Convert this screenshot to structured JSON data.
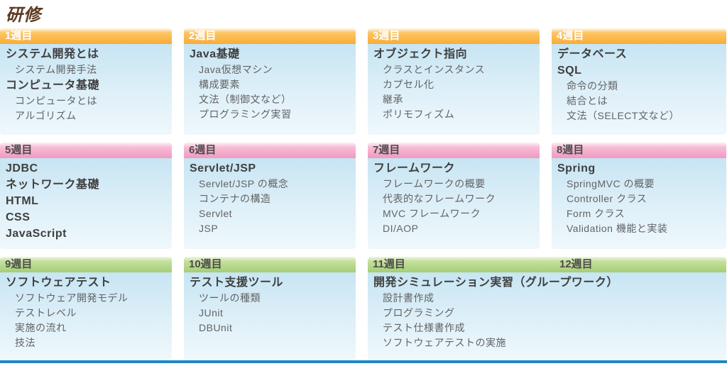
{
  "page": {
    "title": "研修"
  },
  "colors": {
    "orange_header": "#f8a930",
    "pink_header": "#f09ac0",
    "green_header": "#a5ce73",
    "body_blue": "#c7e5f3",
    "divider_blue": "#1f87c2",
    "title_brown": "#5c3a21"
  },
  "cards": [
    {
      "header": "1週目",
      "theme": "orange",
      "items": [
        {
          "level": "main",
          "text": "システム開発とは"
        },
        {
          "level": "sub",
          "text": "システム開発手法"
        },
        {
          "level": "main",
          "text": "コンピュータ基礎"
        },
        {
          "level": "sub",
          "text": "コンピュータとは"
        },
        {
          "level": "sub",
          "text": "アルゴリズム"
        }
      ]
    },
    {
      "header": "2週目",
      "theme": "orange",
      "items": [
        {
          "level": "main",
          "text": "Java基礎"
        },
        {
          "level": "sub",
          "text": "Java仮想マシン"
        },
        {
          "level": "sub",
          "text": "構成要素"
        },
        {
          "level": "sub",
          "text": "文法（制御文など）"
        },
        {
          "level": "sub",
          "text": "プログラミング実習"
        }
      ]
    },
    {
      "header": "3週目",
      "theme": "orange",
      "items": [
        {
          "level": "main",
          "text": "オブジェクト指向"
        },
        {
          "level": "sub",
          "text": "クラスとインスタンス"
        },
        {
          "level": "sub",
          "text": "カプセル化"
        },
        {
          "level": "sub",
          "text": "継承"
        },
        {
          "level": "sub",
          "text": "ポリモフィズム"
        }
      ]
    },
    {
      "header": "4週目",
      "theme": "orange",
      "items": [
        {
          "level": "main",
          "text": "データベース"
        },
        {
          "level": "main",
          "text": "SQL"
        },
        {
          "level": "sub",
          "text": "命令の分類"
        },
        {
          "level": "sub",
          "text": "結合とは"
        },
        {
          "level": "sub",
          "text": "文法（SELECT文など）"
        }
      ]
    },
    {
      "header": "5週目",
      "theme": "pink",
      "items": [
        {
          "level": "main",
          "text": "JDBC"
        },
        {
          "level": "main",
          "text": "ネットワーク基礎"
        },
        {
          "level": "main",
          "text": "HTML"
        },
        {
          "level": "main",
          "text": "CSS"
        },
        {
          "level": "main",
          "text": "JavaScript"
        }
      ]
    },
    {
      "header": "6週目",
      "theme": "pink",
      "items": [
        {
          "level": "main",
          "text": "Servlet/JSP"
        },
        {
          "level": "sub",
          "text": "Servlet/JSP の概念"
        },
        {
          "level": "sub",
          "text": "コンテナの構造"
        },
        {
          "level": "sub",
          "text": "Servlet"
        },
        {
          "level": "sub",
          "text": "JSP"
        }
      ]
    },
    {
      "header": "7週目",
      "theme": "pink",
      "items": [
        {
          "level": "main",
          "text": "フレームワーク"
        },
        {
          "level": "sub",
          "text": "フレームワークの概要"
        },
        {
          "level": "sub",
          "text": "代表的なフレームワーク"
        },
        {
          "level": "sub",
          "text": "MVC フレームワーク"
        },
        {
          "level": "sub",
          "text": "DI/AOP"
        }
      ]
    },
    {
      "header": "8週目",
      "theme": "pink",
      "items": [
        {
          "level": "main",
          "text": "Spring"
        },
        {
          "level": "sub",
          "text": "SpringMVC の概要"
        },
        {
          "level": "sub",
          "text": "Controller クラス"
        },
        {
          "level": "sub",
          "text": "Form クラス"
        },
        {
          "level": "sub",
          "text": "Validation 機能と実装"
        }
      ]
    },
    {
      "header": "9週目",
      "theme": "green",
      "items": [
        {
          "level": "main",
          "text": "ソフトウェアテスト"
        },
        {
          "level": "sub",
          "text": "ソフトウェア開発モデル"
        },
        {
          "level": "sub",
          "text": "テストレベル"
        },
        {
          "level": "sub",
          "text": "実施の流れ"
        },
        {
          "level": "sub",
          "text": "技法"
        }
      ]
    },
    {
      "header": "10週目",
      "theme": "green",
      "items": [
        {
          "level": "main",
          "text": "テスト支援ツール"
        },
        {
          "level": "sub",
          "text": "ツールの種類"
        },
        {
          "level": "sub",
          "text": "JUnit"
        },
        {
          "level": "sub",
          "text": "DBUnit"
        }
      ]
    },
    {
      "header": "11週目",
      "header2": "12週目",
      "theme": "green",
      "span": 2,
      "items": [
        {
          "level": "main",
          "text": "開発シミュレーション実習（グループワーク）"
        },
        {
          "level": "sub",
          "text": "設計書作成"
        },
        {
          "level": "sub",
          "text": "プログラミング"
        },
        {
          "level": "sub",
          "text": "テスト仕様書作成"
        },
        {
          "level": "sub",
          "text": "ソフトウェアテストの実施"
        }
      ]
    }
  ]
}
